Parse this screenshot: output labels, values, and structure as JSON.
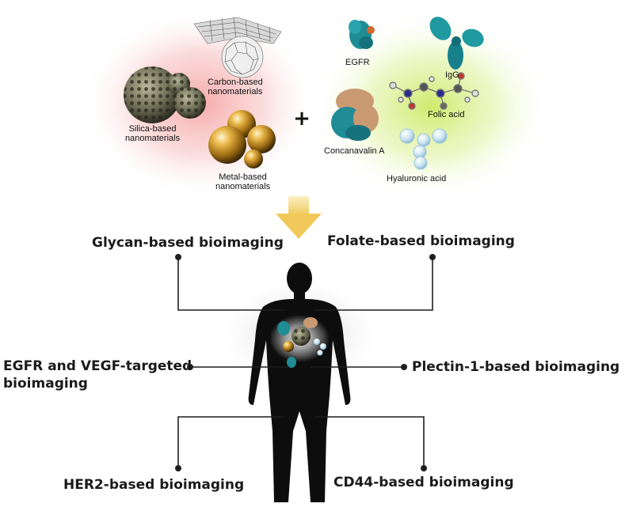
{
  "nanomaterials": {
    "carbon": [
      "Carbon-based",
      "nanomaterials"
    ],
    "silica": [
      "Silica-based",
      "nanomaterials"
    ],
    "metal": [
      "Metal-based",
      "nanomaterials"
    ]
  },
  "plus_sign": "+",
  "ligands": {
    "egfr": "EGFR",
    "igg": "IgG",
    "folic_acid": "Folic acid",
    "concanavalin": "Concanavalin A",
    "hyaluronic": "Hyaluronic acid"
  },
  "imaging": {
    "glycan": "Glycan-based bioimaging",
    "folate": "Folate-based bioimaging",
    "egfr_vegf_line1": "EGFR and VEGF-targeted",
    "egfr_vegf_line2": "bioimaging",
    "plectin": "Plectin-1-based bioimaging",
    "her2": "HER2-based bioimaging",
    "cd44": "CD44-based bioimaging"
  },
  "colors": {
    "nanomaterial_glow": "#f6b7b7",
    "ligand_glow": "#d9f08a",
    "arrow": "#f3d36a",
    "connector": "#1f1f1f",
    "silhouette": "#0d0d0d",
    "gold": "#c8952a",
    "protein_teal": "#1f8c96",
    "protein_tan": "#c99a72"
  }
}
